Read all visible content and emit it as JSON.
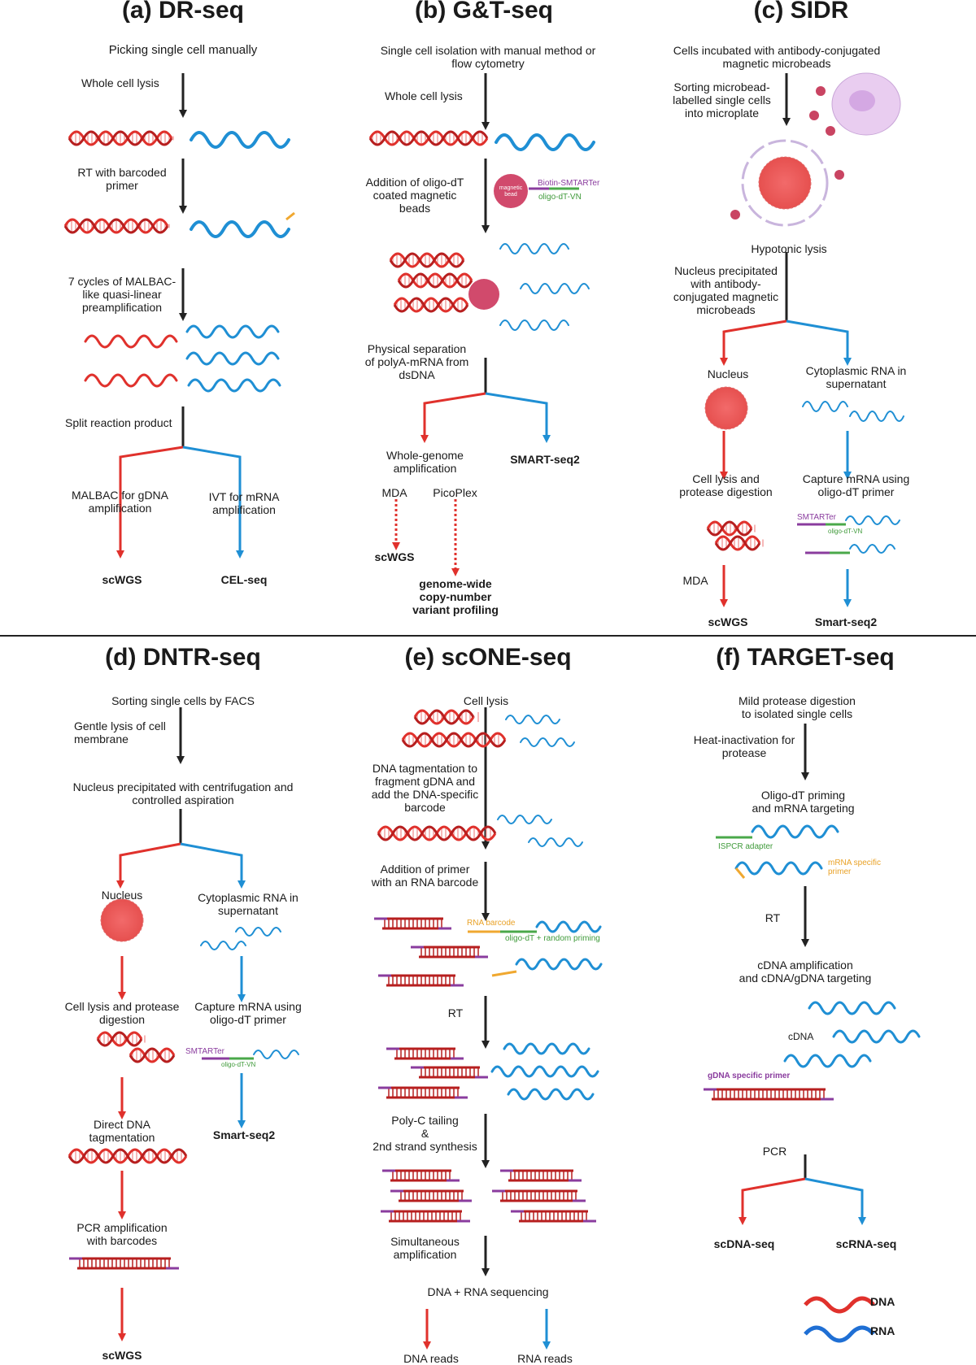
{
  "panels": {
    "a": {
      "title": "(a) DR-seq",
      "steps": [
        "Picking single cell manually",
        "Whole cell lysis",
        "RT with barcoded\nprimer",
        "7 cycles of MALBAC-\nlike quasi-linear\npreamplification",
        "Split reaction product"
      ],
      "dna_branch": "MALBAC for gDNA\namplification",
      "rna_branch": "IVT for mRNA\namplification",
      "dna_out": "scWGS",
      "rna_out": "CEL-seq"
    },
    "b": {
      "title": "(b) G&T-seq",
      "steps": [
        "Single cell isolation with manual method or\nflow cytometry",
        "Whole cell lysis",
        "Addition of oligo-dT\ncoated magnetic\nbeads",
        "Physical separation\nof polyA-mRNA from\ndsDNA"
      ],
      "bead_label": "magnetic\nbead",
      "biotin_label": "Biotin-SMTARTer",
      "oligo_label": "oligo-dT-VN",
      "dna_branch": "Whole-genome\namplification",
      "mda": "MDA",
      "picoplex": "PicoPlex",
      "dna_out1": "scWGS",
      "dna_out2": "genome-wide\ncopy-number\nvariant profiling",
      "rna_out": "SMART-seq2"
    },
    "c": {
      "title": "(c) SIDR",
      "steps": [
        "Cells incubated with antibody-conjugated\nmagnetic microbeads",
        "Sorting microbead-\nlabelled single cells\ninto microplate",
        "Hypotonic lysis",
        "Nucleus precipitated\nwith antibody-\nconjugated magnetic\nmicrobeads"
      ],
      "nucleus": "Nucleus",
      "cyto": "Cytoplasmic RNA in\nsupernatant",
      "lysis": "Cell lysis and\nprotease digestion",
      "capture": "Capture mRNA using\noligo-dT primer",
      "smtarter": "SMTARTer",
      "oligo": "oligo-dT-VN",
      "mda": "MDA",
      "dna_out": "scWGS",
      "rna_out": "Smart-seq2"
    },
    "d": {
      "title": "(d) DNTR-seq",
      "steps": [
        "Sorting single cells by FACS",
        "Gentle lysis of cell\nmembrane",
        "Nucleus precipitated with centrifugation and\ncontrolled aspiration"
      ],
      "nucleus": "Nucleus",
      "cyto": "Cytoplasmic RNA in\nsupernatant",
      "lysis": "Cell lysis and protease\ndigestion",
      "capture": "Capture mRNA using\noligo-dT primer",
      "smtarter": "SMTARTer",
      "oligo": "oligo-dT-VN",
      "tagment": "Direct DNA\ntagmentation",
      "pcr": "PCR amplification\nwith barcodes",
      "dna_out": "scWGS",
      "rna_out": "Smart-seq2"
    },
    "e": {
      "title": "(e) scONE-seq",
      "steps": [
        "Cell lysis",
        "DNA tagmentation to\nfragment gDNA and\nadd the DNA-specific\nbarcode",
        "Addition of primer\nwith an RNA barcode",
        "RT",
        "Poly-C tailing\n&\n2nd strand synthesis",
        "Simultaneous\namplification",
        "DNA + RNA sequencing"
      ],
      "rna_barcode": "RNA barcode",
      "oligo_random": "oligo-dT + random priming",
      "dna_out": "DNA reads",
      "rna_out": "RNA reads"
    },
    "f": {
      "title": "(f) TARGET-seq",
      "steps": [
        "Mild protease digestion\nto isolated single cells",
        "Heat-inactivation for\nprotease",
        "Oligo-dT priming\nand mRNA targeting",
        "RT",
        "cDNA amplification\nand cDNA/gDNA targeting",
        "PCR"
      ],
      "ispcr": "ISPCR adapter",
      "mrna_primer": "mRNA specific\nprimer",
      "cdna": "cDNA",
      "gdna_primer": "gDNA specific primer",
      "dna_out": "scDNA-seq",
      "rna_out": "scRNA-seq"
    }
  },
  "legend": {
    "dna": "DNA",
    "rna": "RNA"
  },
  "colors": {
    "dna": "#e0312c",
    "rna": "#1f8fd4",
    "arrow": "#222222",
    "adapter_purple": "#8a3c9e",
    "adapter_green": "#4aa84a",
    "adapter_orange": "#f0a830"
  }
}
